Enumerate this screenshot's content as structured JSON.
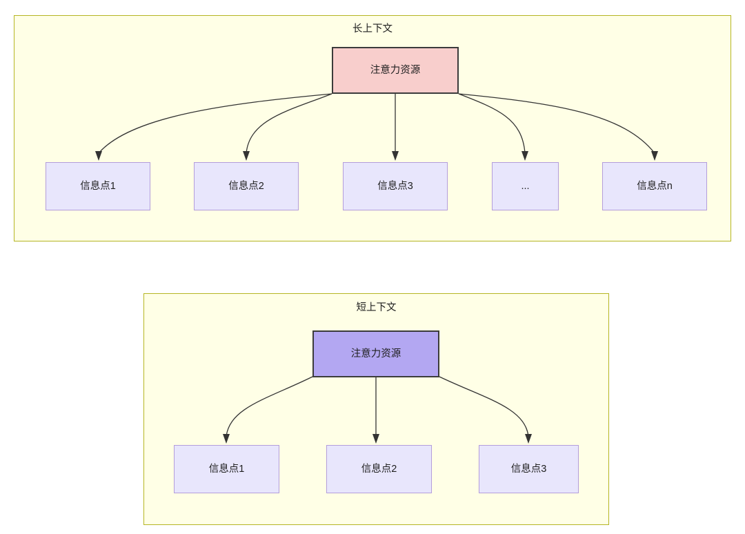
{
  "diagram": {
    "type": "hierarchy",
    "background": "#ffffff",
    "colors": {
      "context_fill": "#ffffe6",
      "context_border": "#b5b522",
      "attention_long_fill": "#f8cecc",
      "attention_short_fill": "#b3a7f2",
      "attention_border": "#3b3b3b",
      "info_fill": "#e8e6fc",
      "info_border": "#b39ddb",
      "edge_stroke": "#333333",
      "text": "#1f1f1f"
    },
    "sections": [
      {
        "id": "long-context",
        "title": "长上下文",
        "root": {
          "label": "注意力资源",
          "fill": "#f8cecc"
        },
        "children": [
          {
            "label": "信息点1"
          },
          {
            "label": "信息点2"
          },
          {
            "label": "信息点3"
          },
          {
            "label": "..."
          },
          {
            "label": "信息点n"
          }
        ]
      },
      {
        "id": "short-context",
        "title": "短上下文",
        "root": {
          "label": "注意力资源",
          "fill": "#b3a7f2"
        },
        "children": [
          {
            "label": "信息点1"
          },
          {
            "label": "信息点2"
          },
          {
            "label": "信息点3"
          }
        ]
      }
    ]
  }
}
